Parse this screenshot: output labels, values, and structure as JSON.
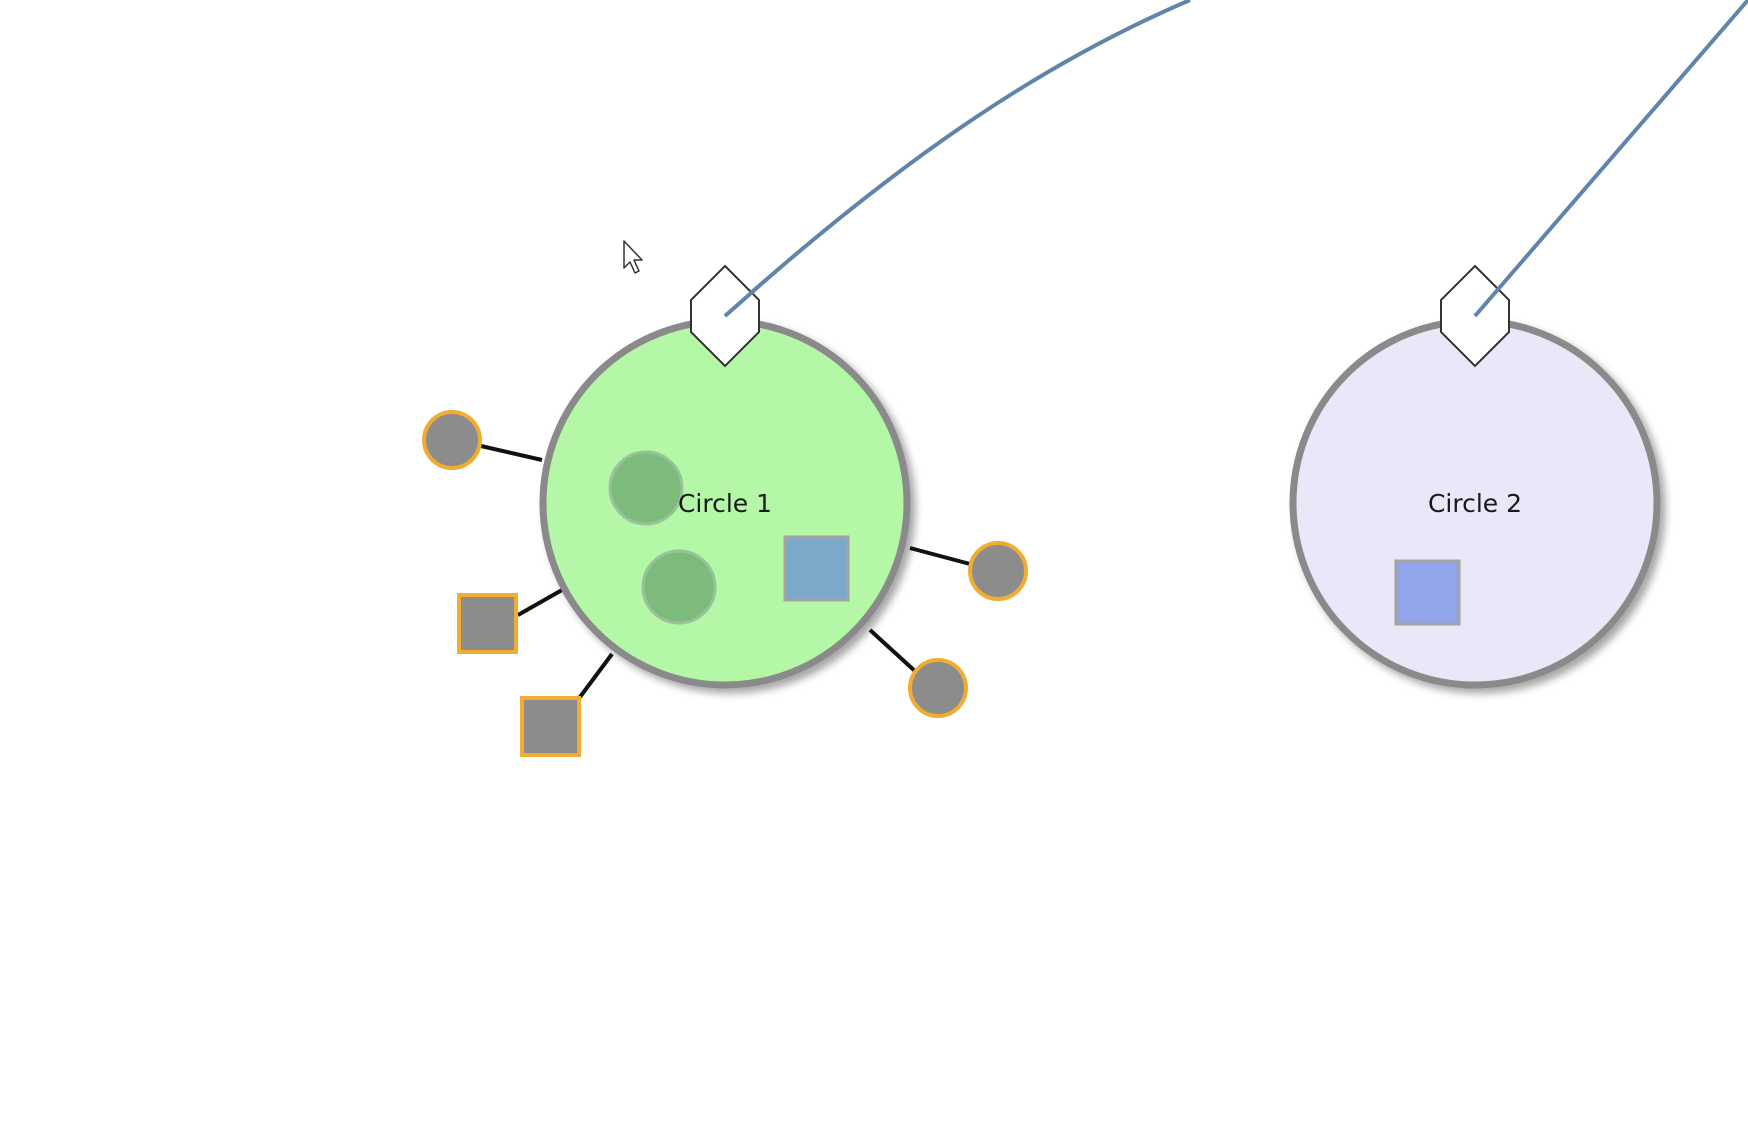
{
  "canvas": {
    "background": "#ffffff"
  },
  "colors": {
    "connector": "#5f86aa",
    "node_border": "#8a8a8a",
    "circle1_fill": "#b4f7a7",
    "circle2_fill": "#e8e8f8",
    "inner_circle_fill": "#7dbb7d",
    "inner_circle_stroke": "#99c299",
    "inner_square_blue": "#7ba9c9",
    "inner_square_periwinkle": "#93a5ea",
    "inner_square_stroke": "#a3a3a3",
    "satellite_fill": "#8c8c8c",
    "satellite_stroke": "#f0ad32",
    "link": "#111111",
    "port_fill": "#ffffff",
    "port_stroke": "#333333"
  },
  "nodes": [
    {
      "id": "circle-1",
      "label": "Circle 1"
    },
    {
      "id": "circle-2",
      "label": "Circle 2"
    }
  ],
  "icons": {
    "cursor": "mouse-pointer-icon"
  }
}
